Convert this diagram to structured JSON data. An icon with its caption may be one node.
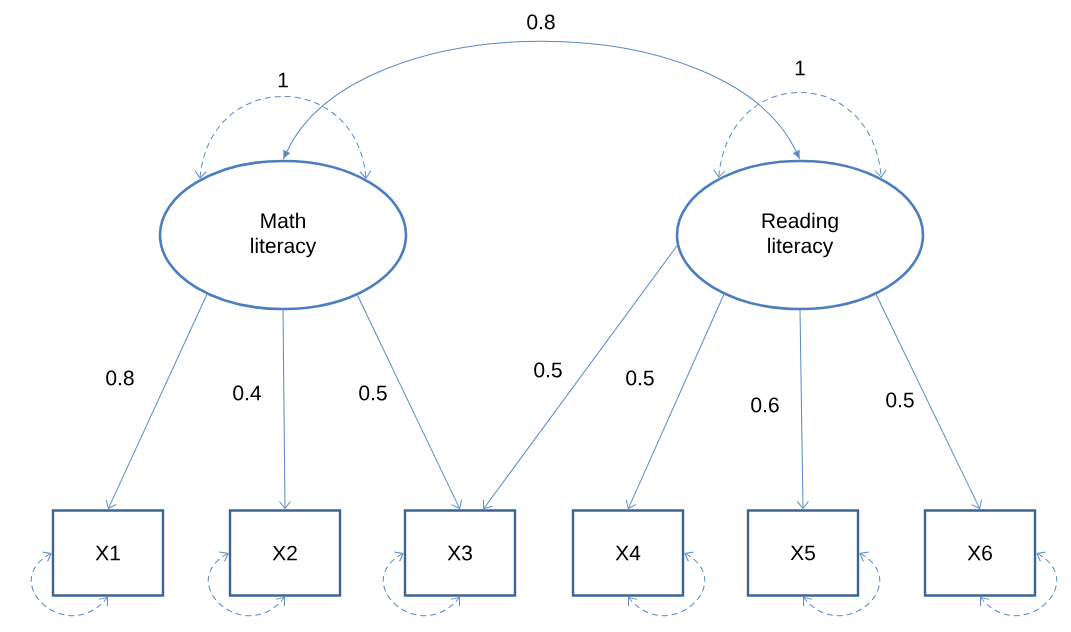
{
  "diagram": {
    "nodes": [
      {
        "text": [
          "Math literacy"
        ]
      },
      {
        "text": [
          "Reading literacy"
        ]
      },
      {
        "text": [
          "X1"
        ]
      },
      {
        "text": [
          "X2"
        ]
      },
      {
        "text": [
          "X3"
        ]
      },
      {
        "text": [
          "X4"
        ]
      },
      {
        "text": [
          "X5"
        ]
      },
      {
        "text": [
          "X6"
        ]
      }
    ],
    "edges": [
      {
        "from": 0,
        "to": 1,
        "arrow": "both",
        "label": "0.8"
      },
      {
        "from": 0,
        "to": 0,
        "arrow": "both",
        "label": "1",
        "style": "dashed"
      },
      {
        "from": 1,
        "to": 1,
        "arrow": "both",
        "label": "1",
        "style": "dashed"
      },
      {
        "from": 0,
        "to": 2,
        "arrow": "to",
        "label": "0.8"
      },
      {
        "from": 0,
        "to": 3,
        "arrow": "to",
        "label": "0.4"
      },
      {
        "from": 0,
        "to": 4,
        "arrow": "to",
        "label": "0.5"
      },
      {
        "from": 1,
        "to": 4,
        "arrow": "to",
        "label": "0.5"
      },
      {
        "from": 1,
        "to": 5,
        "arrow": "to",
        "label": "0.5"
      },
      {
        "from": 1,
        "to": 6,
        "arrow": "to",
        "label": "0.6"
      },
      {
        "from": 1,
        "to": 7,
        "arrow": "to",
        "label": "0.5"
      },
      {
        "from": 2,
        "to": 2,
        "arrow": "both",
        "style": "dashed"
      },
      {
        "from": 3,
        "to": 3,
        "arrow": "both",
        "style": "dashed"
      },
      {
        "from": 4,
        "to": 4,
        "arrow": "both",
        "style": "dashed"
      },
      {
        "from": 5,
        "to": 5,
        "arrow": "both",
        "style": "dashed"
      },
      {
        "from": 6,
        "to": 6,
        "arrow": "both",
        "style": "dashed"
      },
      {
        "from": 7,
        "to": 7,
        "arrow": "both",
        "style": "dashed"
      }
    ]
  }
}
